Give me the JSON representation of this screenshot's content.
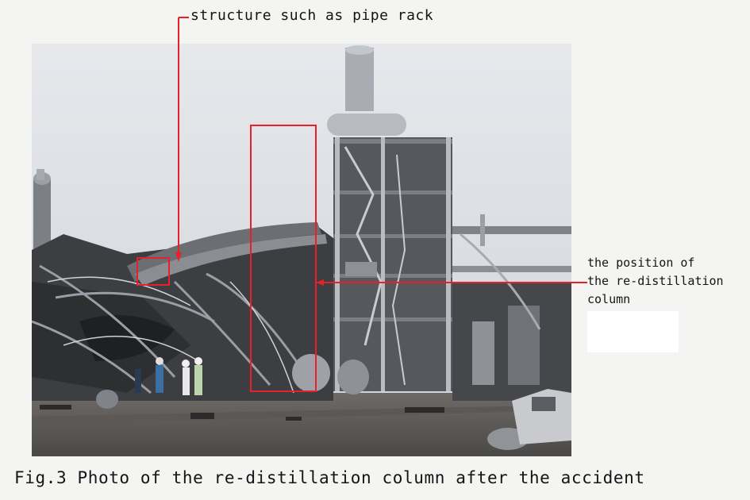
{
  "annotations": {
    "pipe_rack_label": "structure such as pipe rack",
    "column_label_lines": [
      "the position of",
      "the re-distillation",
      "column"
    ]
  },
  "caption": "Fig.3 Photo of the re-distillation column after the accident",
  "colors": {
    "annotation_line": "#e8202a",
    "sky": "#d8dbe0",
    "debris": "#3a3b3d"
  }
}
